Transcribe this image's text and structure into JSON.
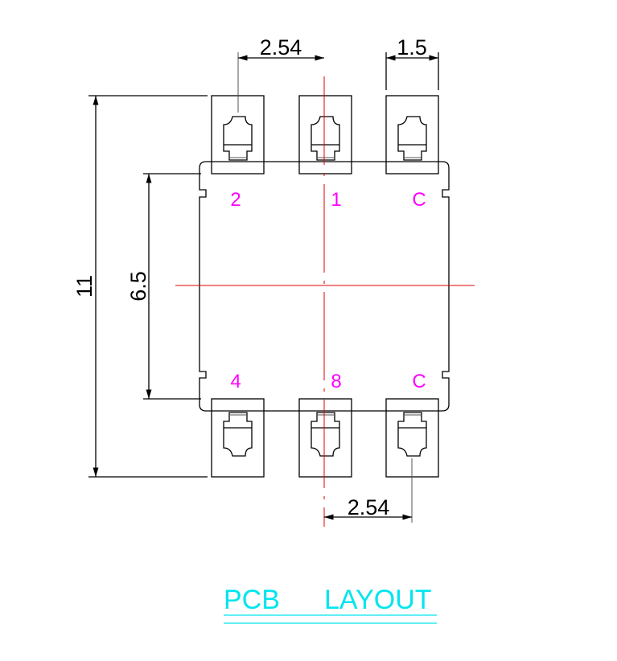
{
  "title": "PCB LAYOUT",
  "title_words": [
    "PCB",
    "LAYOUT"
  ],
  "dimensions": {
    "pitch_top": "2.54",
    "pad_width": "1.5",
    "overall_length": "11",
    "body_pad_span": "6.5",
    "pitch_bottom": "2.54"
  },
  "pins": {
    "top": [
      "2",
      "1",
      "C"
    ],
    "bottom": [
      "4",
      "8",
      "C"
    ]
  },
  "colors": {
    "pin_label": "#ff00ff",
    "title": "#00e5ee",
    "centerline": "#e00000"
  }
}
